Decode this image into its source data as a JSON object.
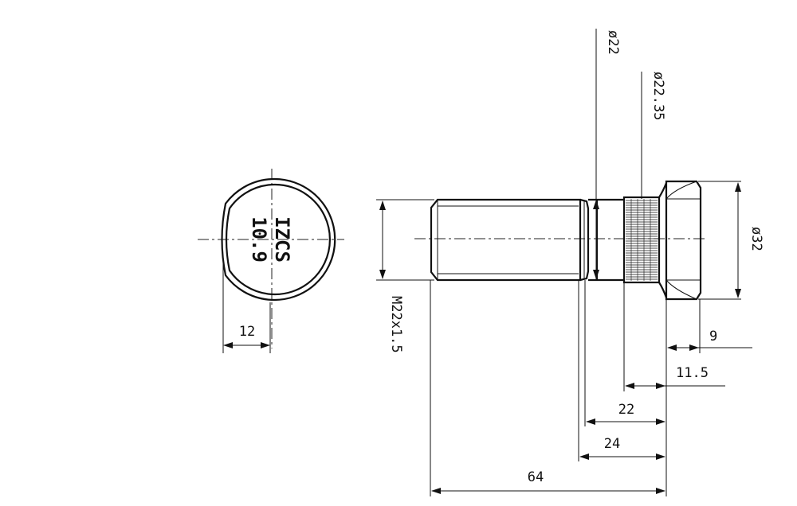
{
  "end_view": {
    "marking_line1": "IZCS",
    "marking_line2": "10.9",
    "flat_width": "12"
  },
  "dimensions": {
    "dia_shank": "ø22",
    "dia_knurl": "ø22.35",
    "dia_head": "ø32",
    "thread": "M22x1.5",
    "head_length": "9",
    "knurl_length": "11.5",
    "len_22": "22",
    "len_24": "24",
    "total_length": "64"
  },
  "colors": {
    "line": "#111111",
    "background": "#ffffff"
  }
}
